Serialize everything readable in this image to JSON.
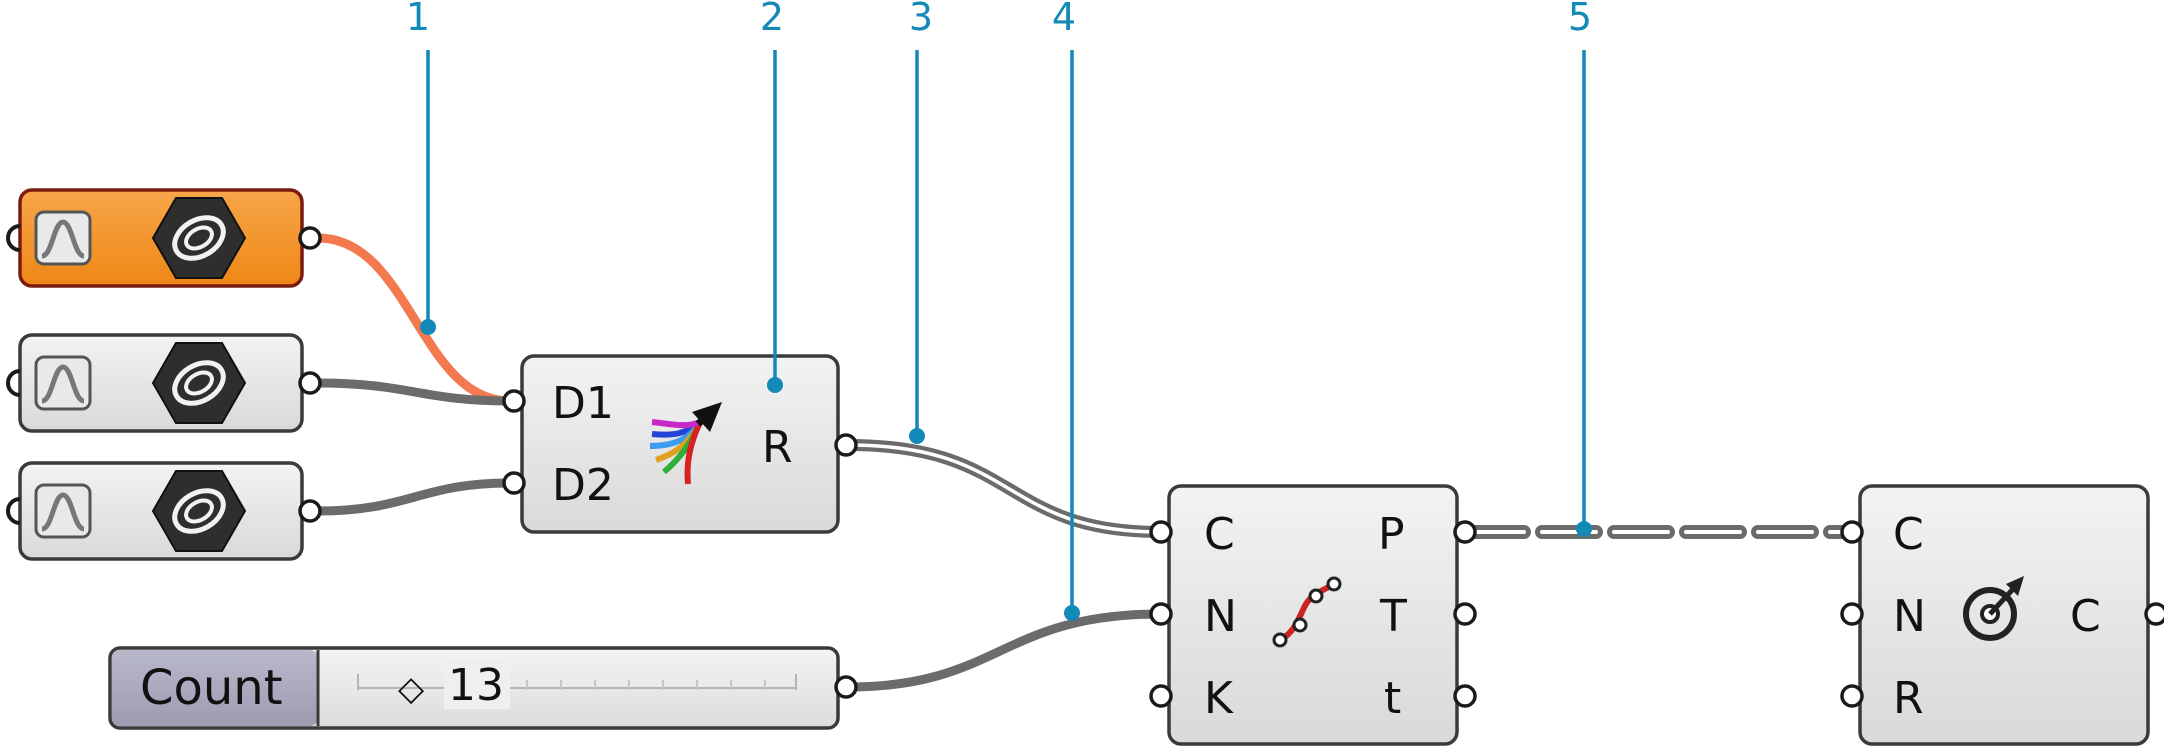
{
  "callouts": [
    "1",
    "2",
    "3",
    "4",
    "5"
  ],
  "merge_component": {
    "inputs": [
      "D1",
      "D2"
    ],
    "output": "R",
    "icon": "merge-icon"
  },
  "divide_component": {
    "inputs": [
      "C",
      "N",
      "K"
    ],
    "outputs": [
      "P",
      "T",
      "t"
    ],
    "icon": "divide-curve-icon"
  },
  "circle_component": {
    "inputs": [
      "C",
      "N",
      "R"
    ],
    "output": "C",
    "icon": "circle-cnr-icon"
  },
  "slider": {
    "label": "Count",
    "value": "13",
    "value_marker": "◇"
  },
  "curve_params": [
    {
      "icon": "curve-param-icon",
      "badge": "curve-type-icon",
      "selected": true
    },
    {
      "icon": "curve-param-icon",
      "badge": "curve-type-icon",
      "selected": false
    },
    {
      "icon": "curve-param-icon",
      "badge": "curve-type-icon",
      "selected": false
    }
  ],
  "colors": {
    "callout": "#1289b6",
    "selected_param": "#f28a1f",
    "selected_wire": "#f4794f",
    "wire": "#6b6b6b",
    "component_fill": "#e6e6e6",
    "slider_label_bg": "#a9a8bd"
  }
}
